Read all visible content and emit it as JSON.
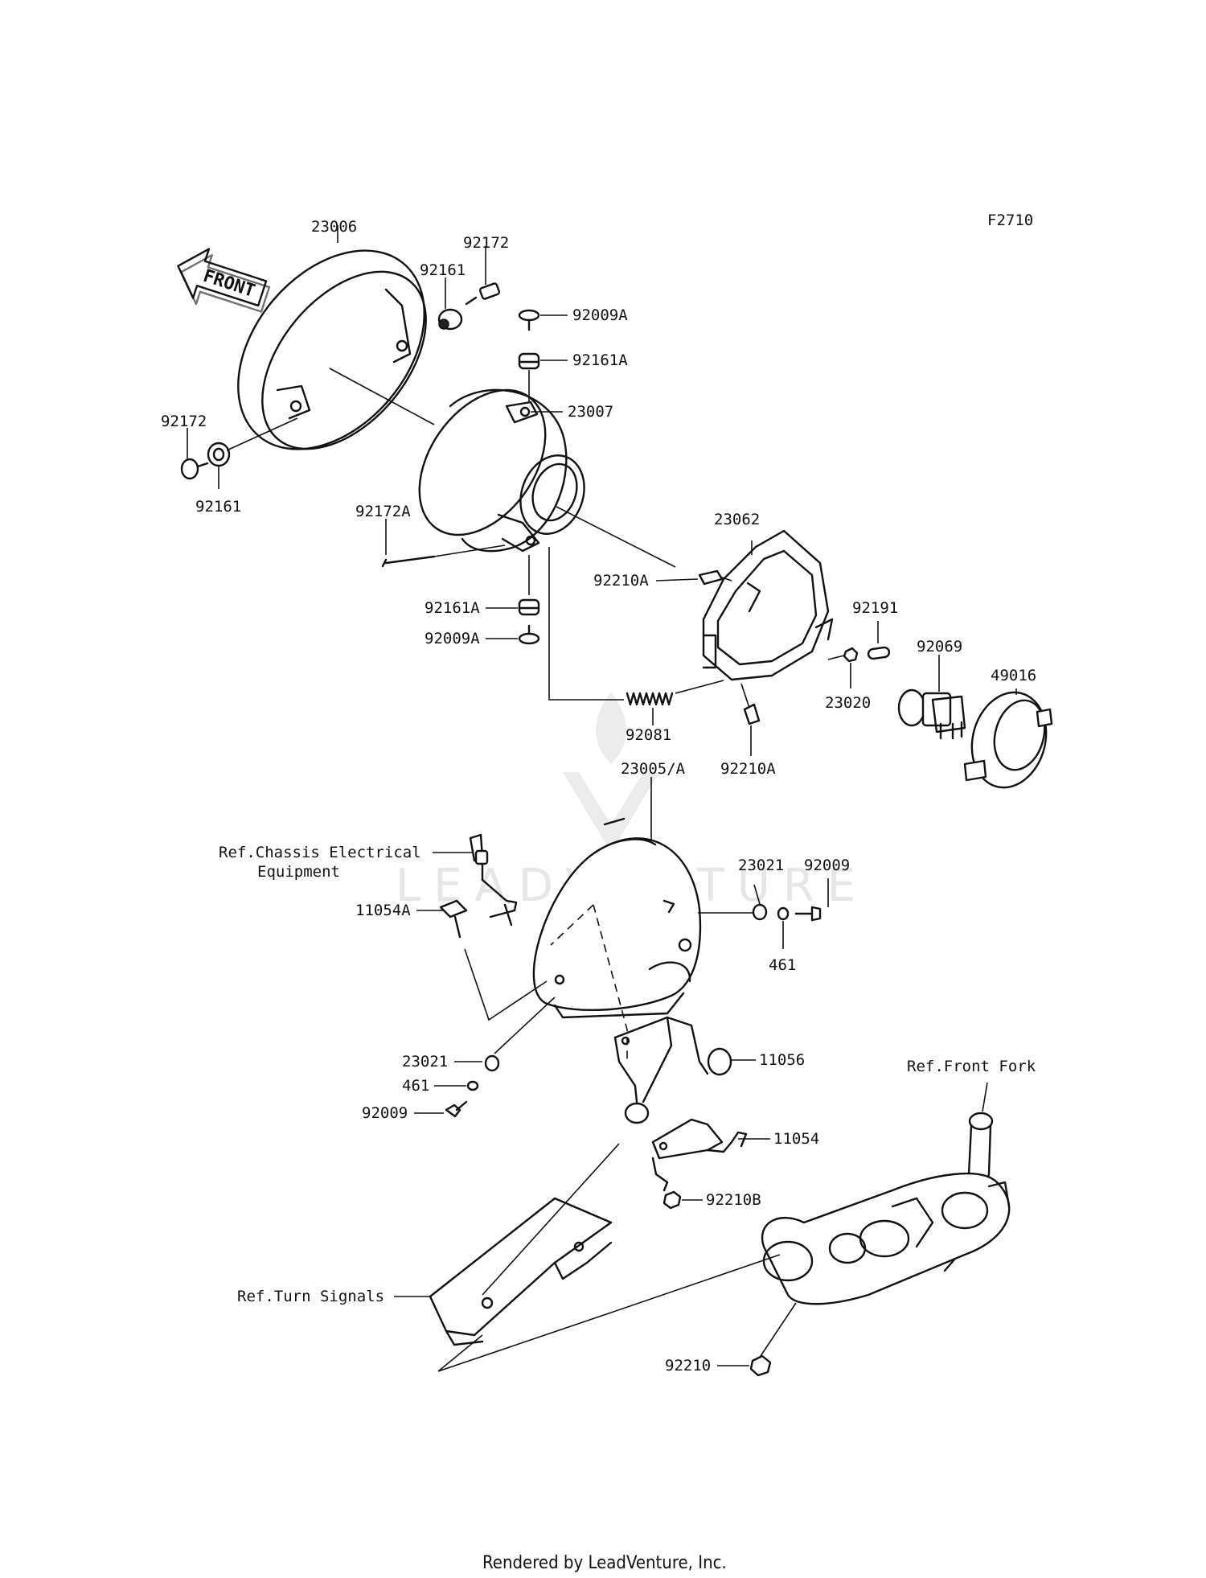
{
  "diagram_code": "F2710",
  "front_arrow": "FRONT",
  "watermark": "LEADVENTURE",
  "footer": "Rendered by LeadVenture, Inc.",
  "labels": {
    "p23006": "23006",
    "p92172_top": "92172",
    "p92161_top": "92161",
    "p92009A_top": "92009A",
    "p92161A_top": "92161A",
    "p23007": "23007",
    "p92172_left": "92172",
    "p92161_left": "92161",
    "p92172A": "92172A",
    "p23062": "23062",
    "p92210A_top": "92210A",
    "p92161A_bottom": "92161A",
    "p92009A_bottom": "92009A",
    "p92191": "92191",
    "p92069": "92069",
    "p49016": "49016",
    "p23020": "23020",
    "p92081": "92081",
    "p92210A_bottom": "92210A",
    "p23005A": "23005/A",
    "ref_chassis_line1": "Ref.Chassis Electrical",
    "ref_chassis_line2": "Equipment",
    "p23021_right": "23021",
    "p92009_right": "92009",
    "p11054A": "11054A",
    "p461_right": "461",
    "p23021_left": "23021",
    "p11056": "11056",
    "p461_left": "461",
    "ref_front_fork": "Ref.Front Fork",
    "p92009_left": "92009",
    "p11054": "11054",
    "p92210B": "92210B",
    "ref_turn_signals": "Ref.Turn Signals",
    "p92210": "92210"
  }
}
